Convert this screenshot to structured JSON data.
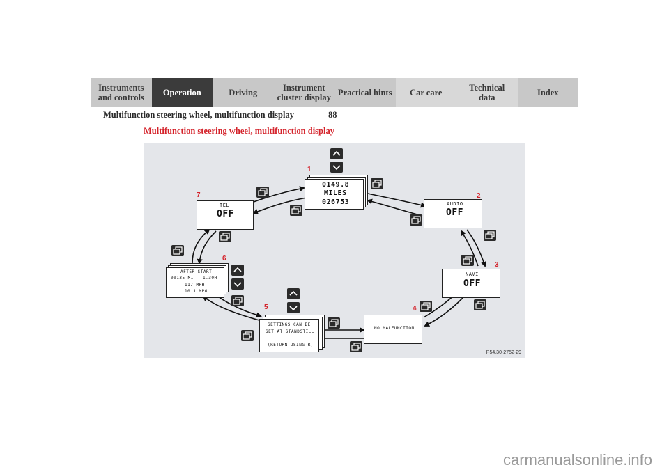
{
  "tabs": [
    {
      "label": "Instruments\nand controls",
      "style": "plain"
    },
    {
      "label": "Operation",
      "style": "active"
    },
    {
      "label": "Driving",
      "style": "plain"
    },
    {
      "label": "Instrument\ncluster display",
      "style": "plain"
    },
    {
      "label": "Practical hints",
      "style": "plain"
    },
    {
      "label": "Car care",
      "style": "light"
    },
    {
      "label": "Technical\ndata",
      "style": "light"
    },
    {
      "label": "Index",
      "style": "plain"
    }
  ],
  "header": {
    "running_title": "Multifunction steering wheel, multifunction display",
    "page_number": "88"
  },
  "section_title": "Multifunction steering wheel, multifunction display",
  "figure": {
    "code": "P54.30-2752-29",
    "displays": {
      "trip": {
        "line1": "0149.8",
        "line2": "MILES",
        "line3": "026753"
      },
      "tel": {
        "label": "TEL",
        "value": "OFF"
      },
      "audio": {
        "label": "AUDIO",
        "value": "OFF"
      },
      "navi": {
        "label": "NAVI",
        "value": "OFF"
      },
      "after_start": {
        "line1": "AFTER START",
        "line2a": "00135 MI",
        "line2b": "1.30H",
        "line3": "117 MPH",
        "line4": "10.1 MPG"
      },
      "settings": {
        "line1": "SETTINGS CAN BE",
        "line2": "SET AT STANDSTILL",
        "line3": "(RETURN USING R)"
      },
      "malfunction": {
        "text": "NO MALFUNCTION"
      }
    },
    "numbers": [
      "1",
      "2",
      "3",
      "4",
      "5",
      "6",
      "7"
    ]
  },
  "watermark": "carmanualsonline.info",
  "colors": {
    "accent_red": "#d4222a",
    "active_tab": "#3b3b3b",
    "tab_bg": "#c8c8c8",
    "figure_bg": "#e4e6ea"
  },
  "icons": {
    "up": "arrow-up-icon",
    "down": "arrow-down-icon",
    "page": "page-button-icon"
  }
}
